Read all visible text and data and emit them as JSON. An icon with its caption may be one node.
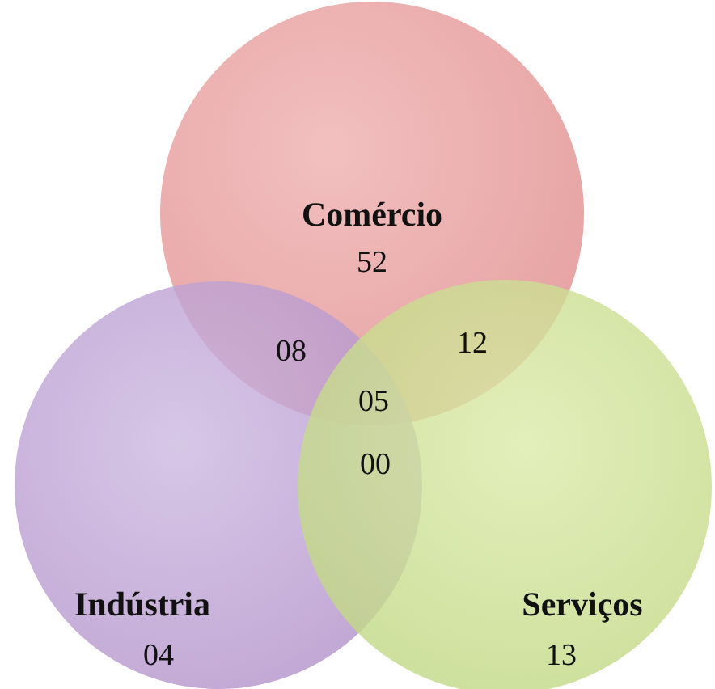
{
  "diagram": {
    "nodes": [
      {
        "text": [
          "Comércio",
          "52"
        ]
      },
      {
        "text": [
          "Indústria",
          "04"
        ]
      },
      {
        "text": [
          "Serviços",
          "13"
        ]
      }
    ],
    "labels": [
      "08",
      "12",
      "05",
      "00"
    ]
  }
}
